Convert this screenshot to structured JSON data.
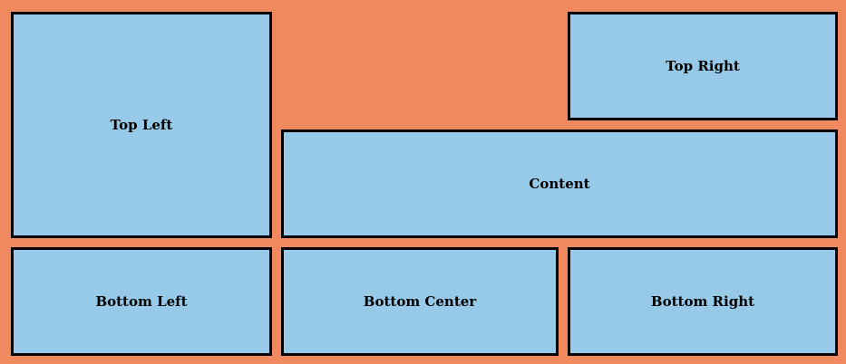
{
  "colors": {
    "background": "#f0895e",
    "panel": "#97c9e8",
    "border": "#000000"
  },
  "panels": {
    "top_left": "Top Left",
    "top_right": "Top Right",
    "content": "Content",
    "bottom_left": "Bottom Left",
    "bottom_center": "Bottom Center",
    "bottom_right": "Bottom Right"
  }
}
